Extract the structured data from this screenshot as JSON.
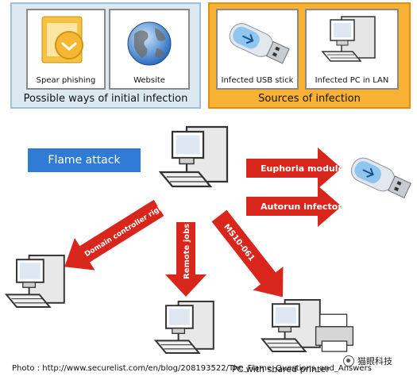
{
  "sources_panels": {
    "initial_infection": {
      "caption": "Possible ways of initial infection",
      "cards": [
        {
          "label": "Spear phishing",
          "icon": "outlook-envelope-icon"
        },
        {
          "label": "Website",
          "icon": "globe-icon"
        }
      ]
    },
    "sources_of_infection": {
      "caption": "Sources of infection",
      "cards": [
        {
          "label": "Infected USB stick",
          "icon": "usb-stick-icon"
        },
        {
          "label": "Infected PC in LAN",
          "icon": "computer-icon"
        }
      ]
    }
  },
  "diagram": {
    "title_box": "Flame attack",
    "arrows": [
      {
        "label": "Euphoria module",
        "target": "usb-stick-icon"
      },
      {
        "label": "Autorun infector",
        "target": "usb-stick-icon"
      },
      {
        "label": "Domain controller rights",
        "target": "computer-icon"
      },
      {
        "label": "Remote jobs",
        "target": "computer-icon"
      },
      {
        "label": "MS10-061",
        "target": "computer-printer-icon"
      }
    ],
    "bottom_caption": "PC with shared printer"
  },
  "colors": {
    "arrow": "#d9261c",
    "title_box": "#2f7bd6",
    "left_panel": "#dce9f1",
    "right_panel": "#f9b233"
  },
  "footer": {
    "credit": "Photo : http://www.securelist.com/en/blog/208193522/The_Flame_Questions_and_Answers",
    "watermark": "猫眼科技"
  }
}
